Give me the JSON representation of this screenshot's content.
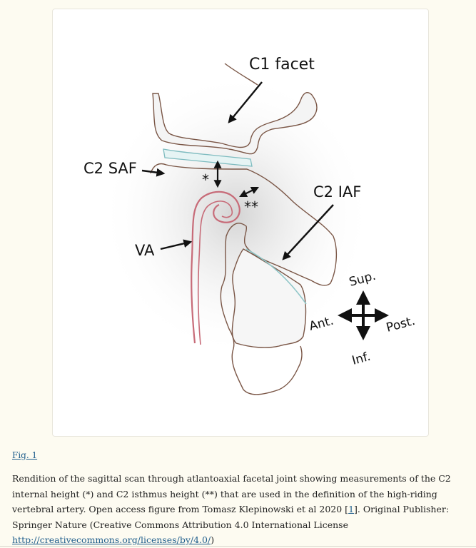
{
  "figure": {
    "labels": {
      "c1_facet": "C1 facet",
      "c2_saf": "C2 SAF",
      "c2_iaf": "C2 IAF",
      "va": "VA",
      "single_star": "*",
      "double_star": "**",
      "sup": "Sup.",
      "inf": "Inf.",
      "ant": "Ant.",
      "post": "Post."
    }
  },
  "fig_link": "Fig. 1",
  "caption": {
    "text_before_ref": "Rendition of the sagittal scan through atlantoaxial facetal joint showing measurements of the C2 internal height (*) and C2 isthmus height (**) that are used in the definition of the high-riding vertebral artery. Open access figure from Tomasz Klepinowski et al 2020 [",
    "ref": "1",
    "text_after_ref": "]. Original Publisher: Springer Nature (Creative Commons Attribution 4.0 International License ",
    "license_url": "http://creativecommons.org/licenses/by/4.0/",
    "closing": ")"
  }
}
